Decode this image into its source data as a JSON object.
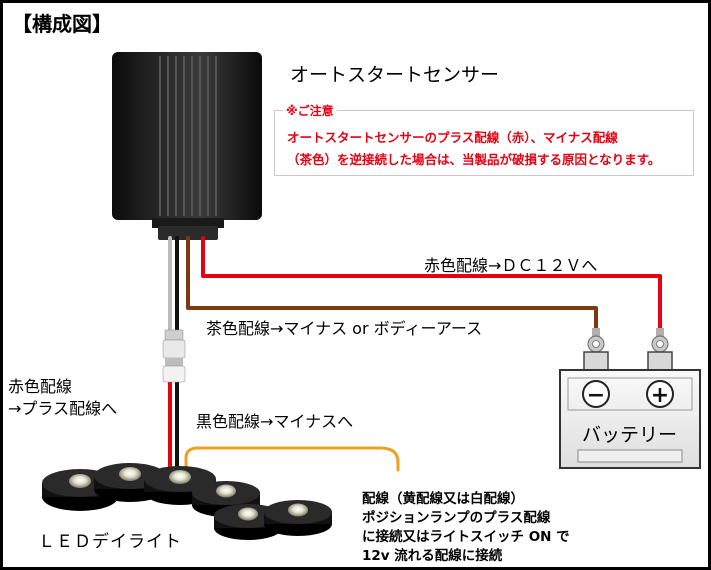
{
  "title": "【構成図】",
  "sensor": {
    "label": "オートスタートセンサー"
  },
  "notice": {
    "heading": "※ご注意",
    "line1": "オートスタートセンサーのプラス配線（赤）、マイナス配線",
    "line2": "（茶色）を逆接続した場合は、当製品が破損する原因となります。"
  },
  "wires": {
    "red_to_dc": "赤色配線→ＤＣ１２Ｖへ",
    "brown_to_ground": "茶色配線→マイナス or ボディーアース",
    "black_to_minus": "黒色配線→マイナスへ"
  },
  "side_label": {
    "line1": "赤色配線",
    "line2": "→プラス配線へ"
  },
  "battery": {
    "label": "バッテリー",
    "minus_symbol": "−",
    "plus_symbol": "+"
  },
  "led": {
    "label": "ＬＥＤデイライト"
  },
  "note": {
    "line1": "配線（黄配線又は白配線）",
    "line2": "ポジションランプのプラス配線",
    "line3": "に接続又はライトスイッチ ON で",
    "line4": "12v 流れる配線に接続"
  },
  "colors": {
    "red_wire": "#e60012",
    "brown_wire": "#7a3b12",
    "black_wire": "#111111",
    "yellow_wire": "#f0a020",
    "warning_text": "#e60012",
    "border": "#000000"
  }
}
